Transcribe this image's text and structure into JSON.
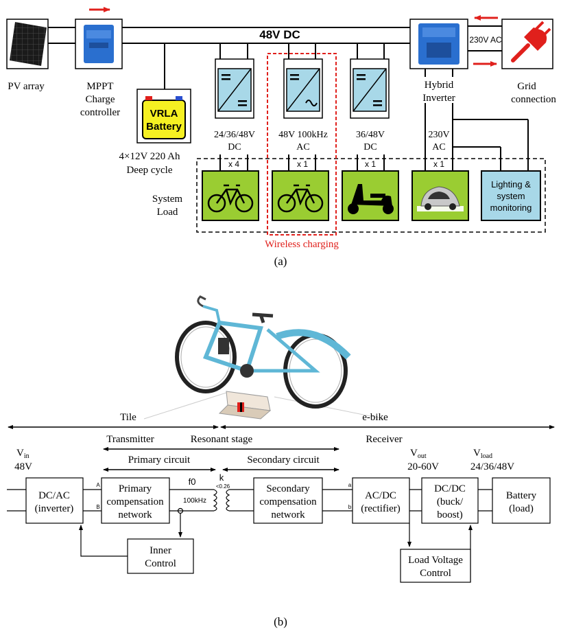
{
  "panel_a": {
    "bus_label": "48V DC",
    "ac_label": "230V AC",
    "pv_label": "PV array",
    "mppt_label": [
      "MPPT",
      "Charge",
      "controller"
    ],
    "battery_text": [
      "VRLA",
      "Battery"
    ],
    "battery_desc": [
      "4×12V 220 Ah",
      "Deep cycle"
    ],
    "hybrid_label": [
      "Hybrid",
      "Inverter"
    ],
    "grid_label": [
      "Grid",
      "connection"
    ],
    "converters": [
      {
        "out": [
          "24/36/48V",
          "DC"
        ],
        "count": "x 4"
      },
      {
        "out": [
          "48V 100kHz",
          "AC"
        ],
        "count": "x 1"
      },
      {
        "out": [
          "36/48V",
          "DC"
        ],
        "count": "x 1"
      },
      {
        "out": [
          "230V",
          "AC"
        ],
        "count": "x 1"
      }
    ],
    "system_load": [
      "System",
      "Load"
    ],
    "lighting": [
      "Lighting &",
      "system",
      "monitoring"
    ],
    "wireless": "Wireless charging",
    "caption": "(a)"
  },
  "panel_b": {
    "tile": "Tile",
    "ebike": "e-bike",
    "transmitter": "Transmitter",
    "resonant": "Resonant stage",
    "receiver": "Receiver",
    "primary_circuit": "Primary circuit",
    "secondary_circuit": "Secondary circuit",
    "vin": {
      "main": "V",
      "sub": "in",
      "value": "48V"
    },
    "vout": {
      "main": "V",
      "sub": "out",
      "value": "20-60V"
    },
    "vload": {
      "main": "V",
      "sub": "load",
      "value": "24/36/48V"
    },
    "blocks": {
      "dcac": [
        "DC/AC",
        "(inverter)"
      ],
      "primary": [
        "Primary",
        "compensation",
        "network"
      ],
      "secondary": [
        "Secondary",
        "compensation",
        "network"
      ],
      "acdc": [
        "AC/DC",
        "(rectifier)"
      ],
      "dcdc": [
        "DC/DC",
        "(buck/",
        "boost)"
      ],
      "battery": [
        "Battery",
        "(load)"
      ],
      "inner": [
        "Inner",
        "Control"
      ],
      "lvc": [
        "Load Voltage",
        "Control"
      ]
    },
    "f0": "f0",
    "freq": "100kHz",
    "k": "k",
    "k_val": "<0.26",
    "terms": [
      "A",
      "B",
      "a",
      "b"
    ],
    "caption": "(b)"
  },
  "colors": {
    "converter_fill": "#a8d8e8",
    "load_green": "#9acd32",
    "battery_yellow": "#f5f022",
    "wireless_red": "#e0201c",
    "lighting_blue": "#a8d8e8"
  }
}
